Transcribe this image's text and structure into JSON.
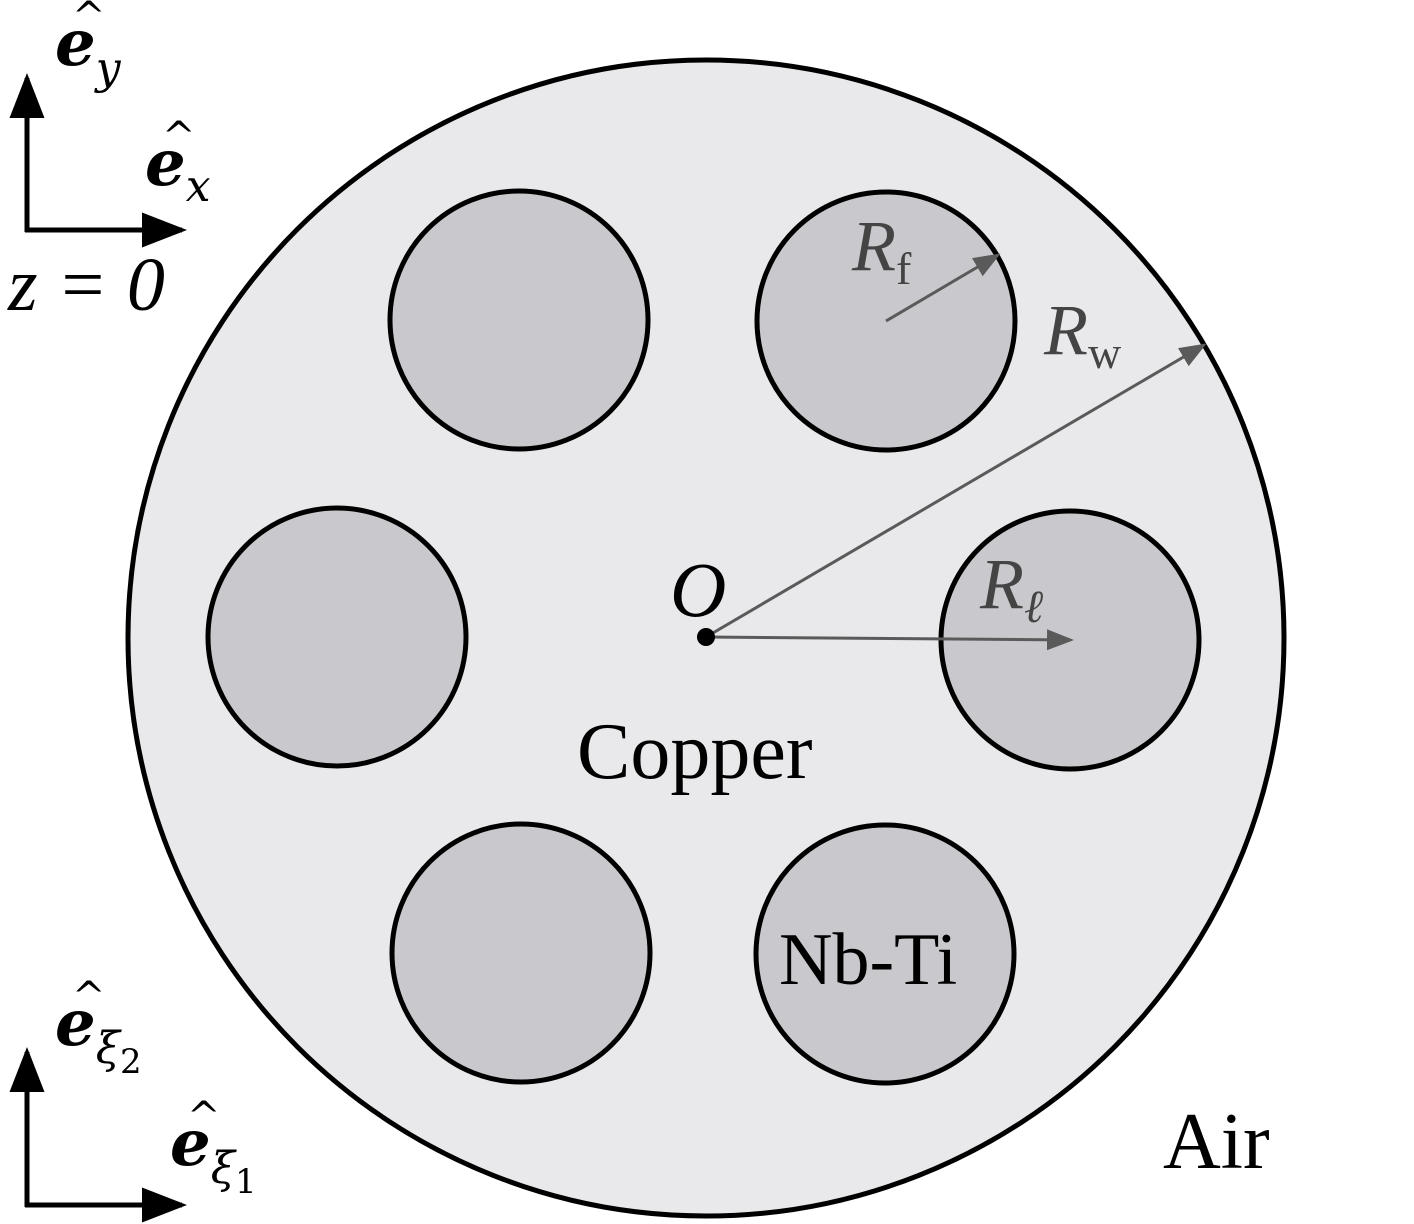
{
  "labels": {
    "copper": "Copper",
    "filament_material": "Nb-Ti",
    "air": "Air",
    "origin": "O",
    "plane": "z = 0"
  },
  "dimensions": {
    "R_f": {
      "symbol": "R",
      "subscript": "f"
    },
    "R_w": {
      "symbol": "R",
      "subscript": "w"
    },
    "R_l": {
      "symbol": "R",
      "subscript": "ℓ"
    }
  },
  "axes_xy": {
    "y": {
      "symbol": "e",
      "subscript": "y"
    },
    "x": {
      "symbol": "e",
      "subscript": "x"
    }
  },
  "axes_xi": {
    "xi2": {
      "symbol": "e",
      "subscript": "ξ",
      "sub_index": "2"
    },
    "xi1": {
      "symbol": "e",
      "subscript": "ξ",
      "sub_index": "1"
    }
  },
  "colors": {
    "wire_fill": "#e9e9eb",
    "filament_fill": "#c9c8cc",
    "outline": "#000000",
    "dimension_arrow": "#5a5a5a"
  }
}
